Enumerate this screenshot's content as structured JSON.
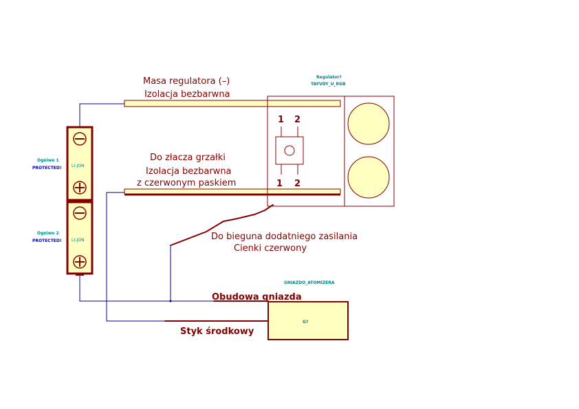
{
  "colors": {
    "component": "#840000",
    "fill": "#ffffc2",
    "wire": "#000084",
    "ref": "#008484",
    "value": "#0000c2"
  },
  "labels": {
    "masa_line1": "Masa regulatora (–)",
    "masa_line2": "Izolacja bezbarwna",
    "zlacze_line1": "Do złacza grzałki",
    "zlacze_line2": "Izolacja bezbarwna",
    "zlacze_line3": "z czerwonym paskiem",
    "biegun_line1": "Do bieguna dodatniego zasilania",
    "biegun_line2": "Cienki czerwony",
    "obudowa": "Obudowa gniazda",
    "styk": "Styk środkowy"
  },
  "regulator": {
    "ref": "Regulator?",
    "value": "TAYVDY_U_RGB",
    "pin_top_1": "1",
    "pin_top_2": "2",
    "pin_bot_1": "1",
    "pin_bot_2": "2"
  },
  "cell1": {
    "ref": "Ogniwo 1",
    "value": "PROTECTED!",
    "type": "LI-JON"
  },
  "cell2": {
    "ref": "Ogniwo 2",
    "value": "PROTECTED!",
    "type": "LI-JON"
  },
  "socket": {
    "ref": "GNIAZDO_ATOMIZERA",
    "value": "G?"
  }
}
